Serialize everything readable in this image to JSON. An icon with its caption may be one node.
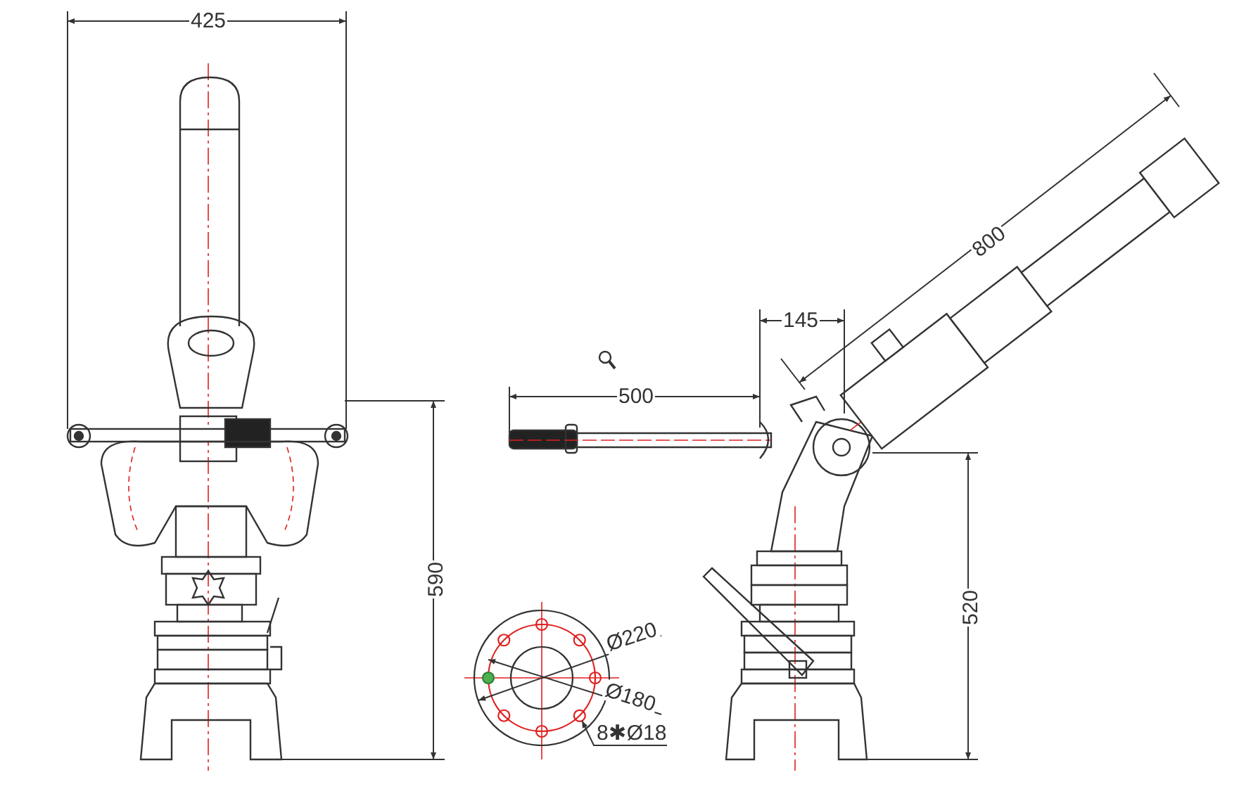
{
  "diagram": {
    "nodes": [
      {
        "text": [
          "8✱Ø18"
        ]
      },
      {
        "text": [],
        "shape": "circle"
      }
    ],
    "edges": [
      {
        "from": 0,
        "to": 1,
        "arrow": "to"
      }
    ],
    "labels": [
      "425",
      "590",
      "500",
      "145",
      "800",
      "520",
      "Ø220",
      "Ø180"
    ]
  }
}
